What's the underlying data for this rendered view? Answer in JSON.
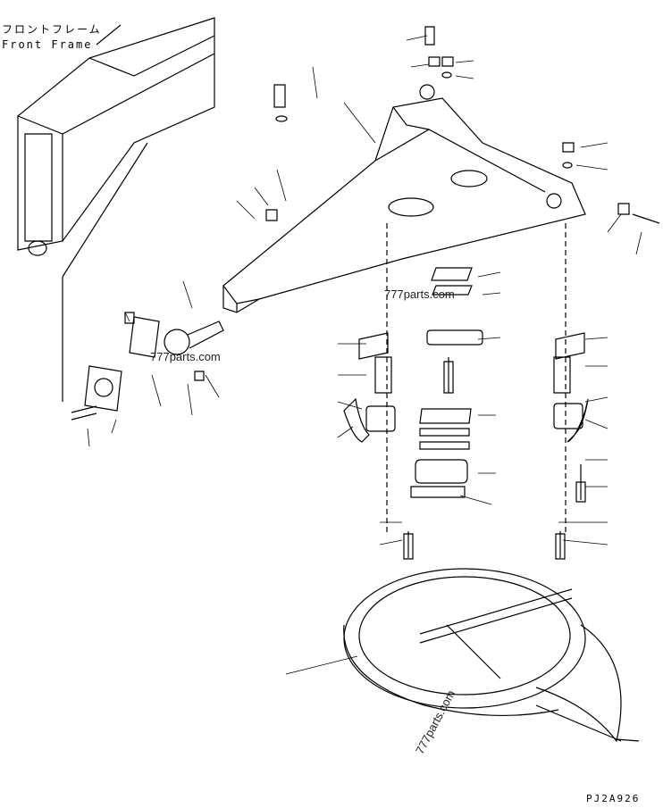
{
  "title": {
    "japanese": "フロントフレーム",
    "english": "Front Frame"
  },
  "watermarks": [
    "777parts.com",
    "777parts.com",
    "777parts.com"
  ],
  "drawing_code": "PJ2A926"
}
